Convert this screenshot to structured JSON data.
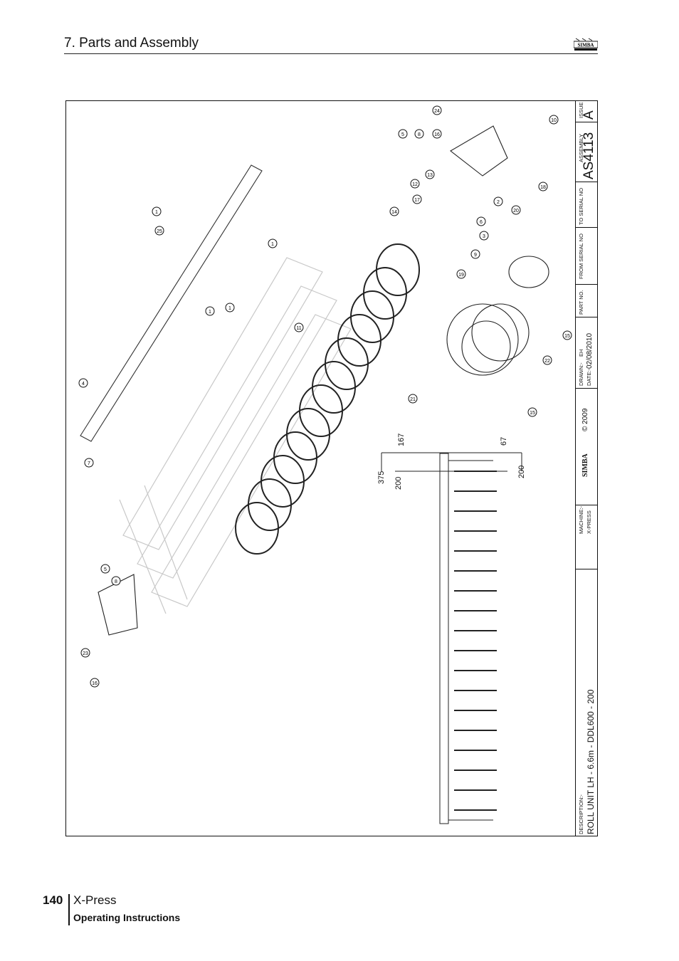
{
  "header": {
    "section_title": "7. Parts and Assembly",
    "logo_text": "SIMBA"
  },
  "drawing": {
    "issue_label": "ISSUE",
    "issue_value": "A",
    "assembly_label": "ASSEMBLY",
    "assembly_value": "AS4113",
    "to_serial_label": "TO SERIAL NO",
    "from_serial_label": "FROM SERIAL NO",
    "part_no_label": "PART NO.",
    "drawn_label": "DRAWN:-",
    "drawn_value": "EH",
    "date_label": "DATE:-",
    "date_value": "02/08/2010",
    "logo_text": "SIMBA",
    "copyright": "© 2009",
    "machine_label": "MACHINE:-",
    "machine_value": "X-PRESS",
    "description_label": "DESCRIPTION:-",
    "description_value": "ROLL UNIT LH - 6.6m - DDL600 - 200",
    "callouts": [
      "1",
      "25",
      "1",
      "1",
      "1",
      "4",
      "7",
      "11",
      "5",
      "8",
      "23",
      "16",
      "5",
      "8",
      "16",
      "13",
      "12",
      "17",
      "14",
      "2",
      "6",
      "3",
      "9",
      "19",
      "24",
      "10",
      "18",
      "20",
      "15",
      "22",
      "21",
      "15"
    ],
    "dimensions": [
      "167",
      "375",
      "200",
      "67",
      "200"
    ]
  },
  "footer": {
    "page_number": "140",
    "product": "X-Press",
    "subtitle": "Operating Instructions"
  }
}
